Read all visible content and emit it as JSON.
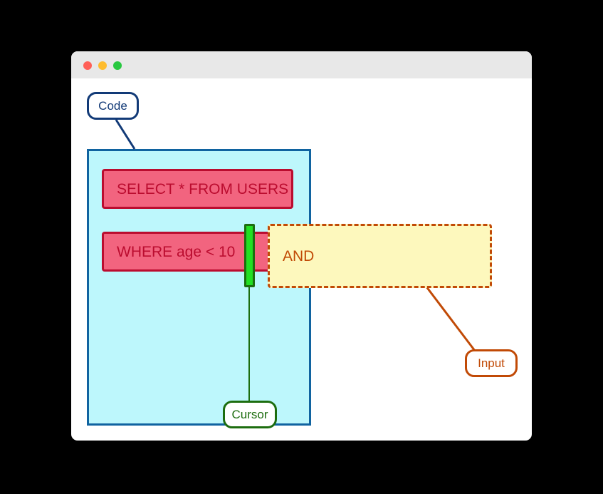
{
  "window": {
    "traffic_lights": [
      {
        "name": "close",
        "color": "#ff5f57"
      },
      {
        "name": "minimize",
        "color": "#febc2e"
      },
      {
        "name": "maximize",
        "color": "#28c840"
      }
    ]
  },
  "code_panel": {
    "label": "Code",
    "accent": "#1063a0",
    "fill": "#bdf7fc",
    "lines": [
      {
        "text": "SELECT * FROM USERS"
      },
      {
        "text": "WHERE age < 10"
      }
    ]
  },
  "cursor": {
    "label": "Cursor",
    "accent": "#1d6d0f",
    "fill": "#22e022"
  },
  "input": {
    "label": "Input",
    "text": "AND",
    "accent": "#c14a06",
    "fill": "#fdf8bd"
  }
}
